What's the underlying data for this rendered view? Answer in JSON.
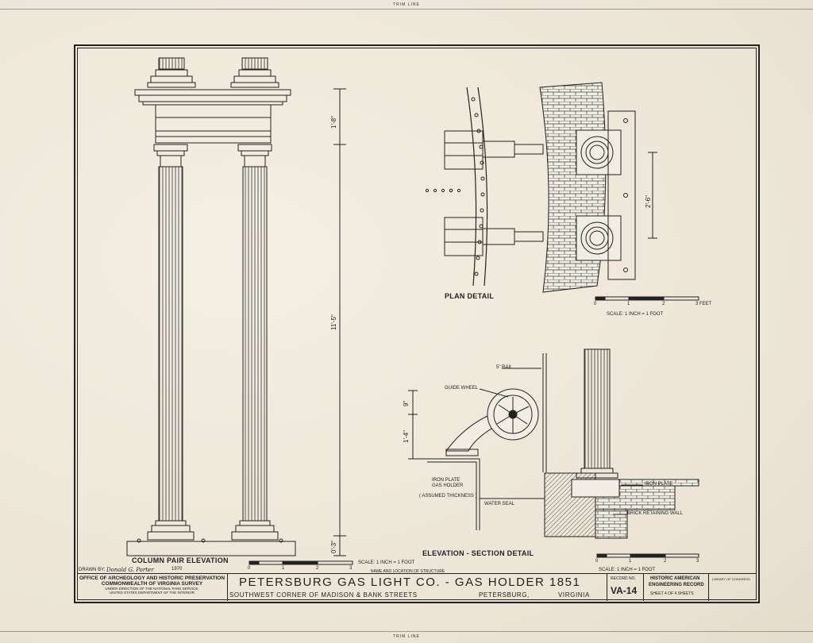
{
  "trim_line": "TRIM LINE",
  "drawings": {
    "column_elevation": {
      "title": "COLUMN PAIR ELEVATION",
      "dims": {
        "upper": "1'-8\"",
        "main": "11'-5\"",
        "base": "0'-3\""
      },
      "scale_text": "SCALE:  1 INCH = 1 FOOT",
      "scale_ticks": [
        "0",
        "1",
        "2",
        "3"
      ]
    },
    "plan_detail": {
      "title": "PLAN DETAIL",
      "dim": "2'-6\"",
      "scale_text": "SCALE:  1 INCH = 1 FOOT",
      "scale_ticks": [
        "0",
        "1",
        "2",
        "3 FEET"
      ]
    },
    "elevation_section": {
      "title": "ELEVATION - SECTION DETAIL",
      "labels": {
        "rail": "5\" RAIL",
        "guide_wheel": "GUIDE WHEEL",
        "iron_plate_holder": "IRON PLATE\nGAS HOLDER",
        "assumed_thickness": "( ASSUMED THICKNESS )",
        "water_seal": "WATER SEAL",
        "iron_plate": "IRON PLATE",
        "brick_wall": "BRICK RETAINING WALL"
      },
      "dims": {
        "d9": "9\"",
        "d14": "1'-4\""
      },
      "scale_text": "SCALE:  1 INCH = 1 FOOT",
      "scale_ticks": [
        "0",
        "1",
        "2",
        "3"
      ]
    }
  },
  "title_block": {
    "drawn_by_label": "DRAWN BY:",
    "drawn_by_name": "Donald G. Porter",
    "year": "1970",
    "agency_line1": "OFFICE OF ARCHEOLOGY AND HISTORIC PRESERVATION",
    "agency_line2": "COMMONWEALTH OF VIRGINIA SURVEY",
    "agency_line3": "UNDER DIRECTION OF THE NATIONAL PARK SERVICE,",
    "agency_line4": "UNITED STATES DEPARTMENT OF THE INTERIOR",
    "structure_caption": "NAME AND LOCATION OF STRUCTURE",
    "title": "PETERSBURG GAS LIGHT CO. - GAS HOLDER   1851",
    "location": "SOUTHWEST CORNER OF MADISON & BANK STREETS",
    "city": "PETERSBURG,",
    "state": "VIRGINIA",
    "record_label": "RECORD NO.",
    "record_no": "VA-14",
    "record_org_line1": "HISTORIC AMERICAN",
    "record_org_line2": "ENGINEERING RECORD",
    "sheet_text": "SHEET  4  OF  4  SHEETS",
    "library_stamp": "LIBRARY OF CONGRESS"
  }
}
